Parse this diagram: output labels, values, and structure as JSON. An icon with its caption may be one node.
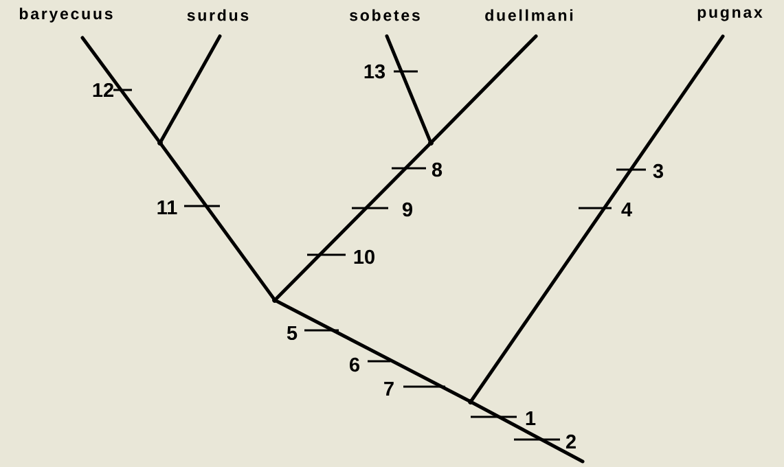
{
  "diagram": {
    "nodes": [
      {
        "text": [
          "baryecuus"
        ]
      },
      {
        "text": [
          "surdus"
        ]
      },
      {
        "text": [
          "sobetes"
        ]
      },
      {
        "text": [
          "duellmani"
        ]
      },
      {
        "text": [
          "pugnax"
        ]
      },
      {
        "text": [],
        "shape": "point"
      },
      {
        "text": [],
        "shape": "point"
      },
      {
        "text": [],
        "shape": "point"
      },
      {
        "text": [],
        "shape": "point"
      }
    ],
    "edges": [
      {
        "from": 5,
        "to": 0,
        "arrow": "none"
      },
      {
        "from": 5,
        "to": 1,
        "arrow": "none"
      },
      {
        "from": 6,
        "to": 2,
        "arrow": "none"
      },
      {
        "from": 6,
        "to": 3,
        "arrow": "none"
      },
      {
        "from": 7,
        "to": 5,
        "arrow": "none"
      },
      {
        "from": 7,
        "to": 6,
        "arrow": "none"
      },
      {
        "from": 8,
        "to": 7,
        "arrow": "none"
      },
      {
        "from": 8,
        "to": 4,
        "arrow": "none"
      },
      {
        "from": 8,
        "to": null,
        "arrow": "none"
      }
    ],
    "labels": [
      "13",
      "12",
      "8",
      "3",
      "11",
      "9",
      "4",
      "10",
      "5",
      "6",
      "7",
      "1",
      "2"
    ]
  }
}
